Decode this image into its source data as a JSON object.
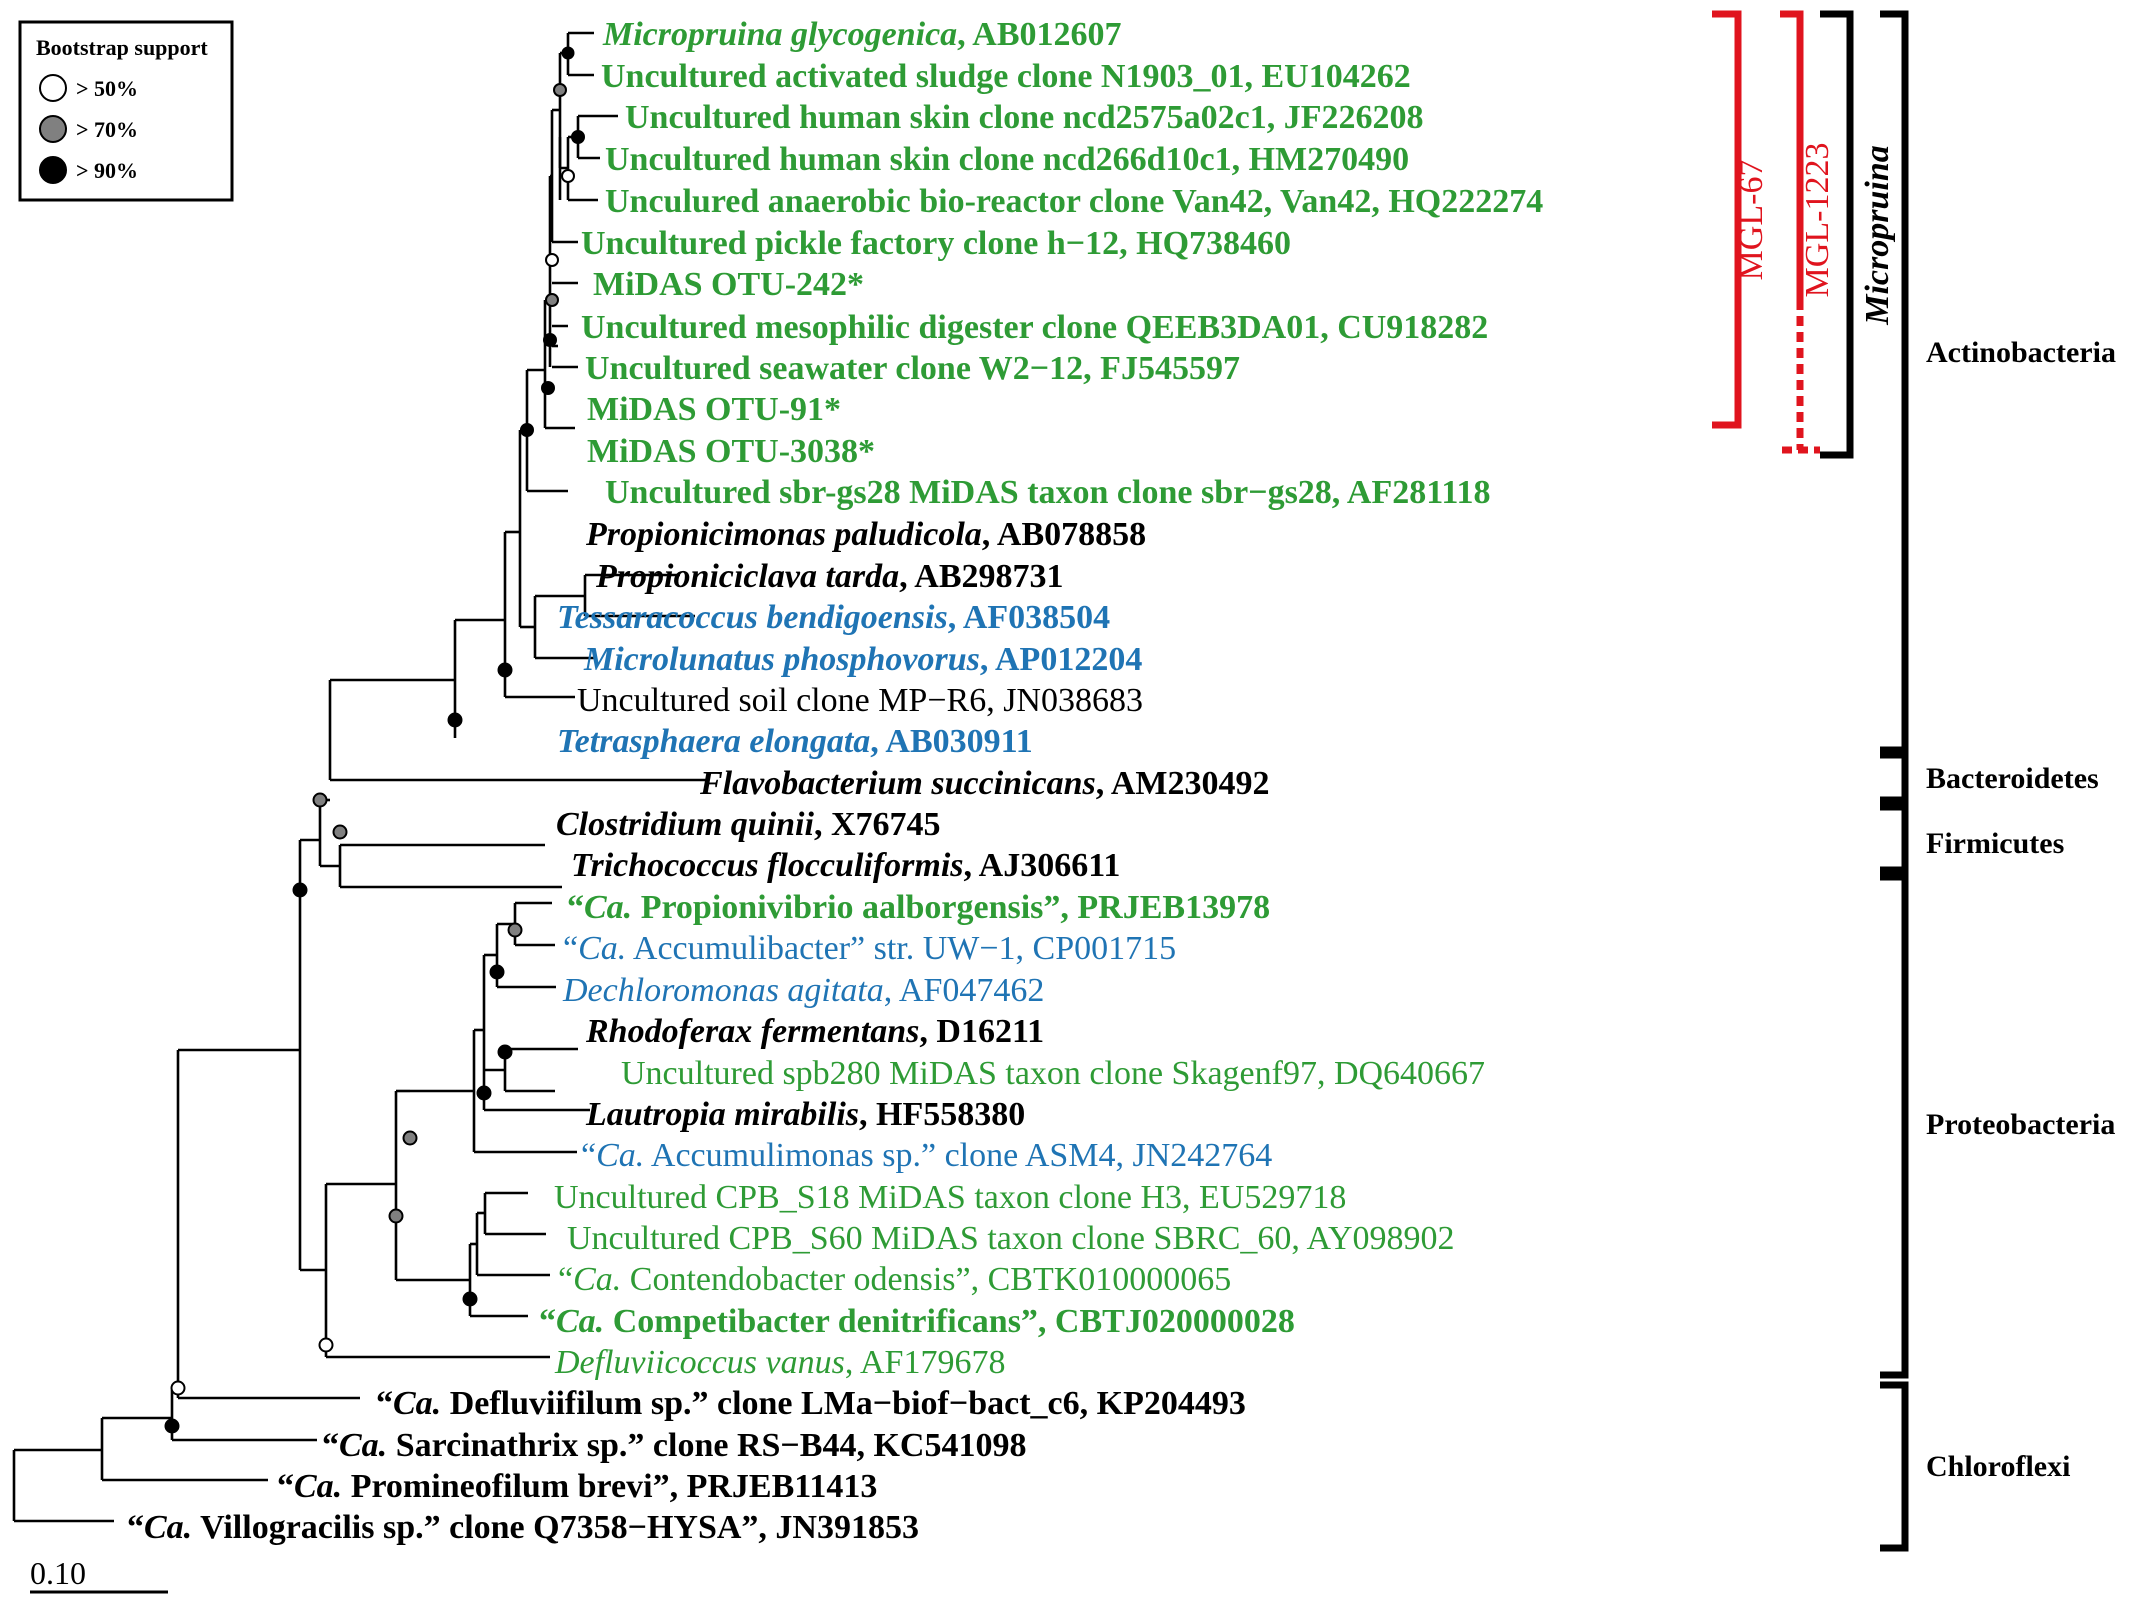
{
  "colors": {
    "green": "#2e9b35",
    "blue": "#1f74b4",
    "black": "#000000",
    "red": "#e0141e",
    "gray_node": "#808080"
  },
  "legend": {
    "title": "Bootstrap support",
    "items": [
      {
        "symbol": "white-circle",
        "label": "> 50%"
      },
      {
        "symbol": "gray-circle",
        "label": "> 70%"
      },
      {
        "symbol": "black-circle",
        "label": "> 90%"
      }
    ]
  },
  "leaves": [
    {
      "color": "green",
      "bold": true,
      "parts": [
        {
          "t": "Micropruina glycogenica",
          "i": true
        },
        {
          "t": ", AB012607"
        }
      ]
    },
    {
      "color": "green",
      "bold": true,
      "parts": [
        {
          "t": "Uncultured activated sludge clone N1903_01, EU104262"
        }
      ]
    },
    {
      "color": "green",
      "bold": true,
      "parts": [
        {
          "t": "Uncultured human skin clone ncd2575a02c1, JF226208"
        }
      ]
    },
    {
      "color": "green",
      "bold": true,
      "parts": [
        {
          "t": "Uncultured human skin clone ncd266d10c1, HM270490"
        }
      ]
    },
    {
      "color": "green",
      "bold": true,
      "parts": [
        {
          "t": "Unculured anaerobic bio-reactor clone Van42, Van42, HQ222274"
        }
      ]
    },
    {
      "color": "green",
      "bold": true,
      "parts": [
        {
          "t": "Uncultured pickle factory clone h−12, HQ738460"
        }
      ]
    },
    {
      "color": "green",
      "bold": true,
      "parts": [
        {
          "t": "MiDAS OTU-242*"
        }
      ]
    },
    {
      "color": "green",
      "bold": true,
      "parts": [
        {
          "t": "Uncultured mesophilic digester clone QEEB3DA01, CU918282"
        }
      ]
    },
    {
      "color": "green",
      "bold": true,
      "parts": [
        {
          "t": "Uncultured seawater clone W2−12, FJ545597"
        }
      ]
    },
    {
      "color": "green",
      "bold": true,
      "parts": [
        {
          "t": "MiDAS OTU-91*"
        }
      ]
    },
    {
      "color": "green",
      "bold": true,
      "parts": [
        {
          "t": "MiDAS OTU-3038*"
        }
      ]
    },
    {
      "color": "green",
      "bold": true,
      "parts": [
        {
          "t": "Uncultured sbr-gs28 MiDAS taxon clone sbr−gs28, AF281118"
        }
      ]
    },
    {
      "color": "black",
      "bold": true,
      "parts": [
        {
          "t": "Propionicimonas paludicola",
          "i": true
        },
        {
          "t": ", AB078858"
        }
      ]
    },
    {
      "color": "black",
      "bold": true,
      "parts": [
        {
          "t": "Propioniciclava tarda",
          "i": true
        },
        {
          "t": ", AB298731"
        }
      ]
    },
    {
      "color": "blue",
      "bold": true,
      "parts": [
        {
          "t": "Tessaracoccus bendigoensis",
          "i": true
        },
        {
          "t": ", AF038504"
        }
      ]
    },
    {
      "color": "blue",
      "bold": true,
      "parts": [
        {
          "t": "Microlunatus phosphovorus",
          "i": true
        },
        {
          "t": ", AP012204"
        }
      ]
    },
    {
      "color": "black",
      "bold": false,
      "parts": [
        {
          "t": "Uncultured soil clone MP−R6, JN038683"
        }
      ]
    },
    {
      "color": "blue",
      "bold": true,
      "parts": [
        {
          "t": "Tetrasphaera elongata",
          "i": true
        },
        {
          "t": ", AB030911"
        }
      ]
    },
    {
      "color": "black",
      "bold": true,
      "parts": [
        {
          "t": "Flavobacterium succinicans",
          "i": true
        },
        {
          "t": ", AM230492"
        }
      ]
    },
    {
      "color": "black",
      "bold": true,
      "parts": [
        {
          "t": "Clostridium quinii",
          "i": true
        },
        {
          "t": ", X76745"
        }
      ]
    },
    {
      "color": "black",
      "bold": true,
      "parts": [
        {
          "t": "Trichococcus flocculiformis",
          "i": true
        },
        {
          "t": ", AJ306611"
        }
      ]
    },
    {
      "color": "green",
      "bold": true,
      "parts": [
        {
          "t": "“"
        },
        {
          "t": "Ca.",
          "i": true
        },
        {
          "t": " Propionivibrio aalborgensis”, PRJEB13978"
        }
      ]
    },
    {
      "color": "blue",
      "bold": false,
      "parts": [
        {
          "t": "“"
        },
        {
          "t": "Ca.",
          "i": true
        },
        {
          "t": " Accumulibacter” str. UW−1, CP001715"
        }
      ]
    },
    {
      "color": "blue",
      "bold": false,
      "parts": [
        {
          "t": "Dechloromonas agitata",
          "i": true
        },
        {
          "t": ", AF047462"
        }
      ]
    },
    {
      "color": "black",
      "bold": true,
      "parts": [
        {
          "t": "Rhodoferax fermentans",
          "i": true
        },
        {
          "t": ", D16211"
        }
      ]
    },
    {
      "color": "green",
      "bold": false,
      "parts": [
        {
          "t": "Uncultured spb280 MiDAS taxon clone Skagenf97, DQ640667"
        }
      ]
    },
    {
      "color": "black",
      "bold": true,
      "parts": [
        {
          "t": "Lautropia mirabilis",
          "i": true
        },
        {
          "t": ", HF558380"
        }
      ]
    },
    {
      "color": "blue",
      "bold": false,
      "parts": [
        {
          "t": "“"
        },
        {
          "t": "Ca.",
          "i": true
        },
        {
          "t": " Accumulimonas sp.” clone ASM4, JN242764"
        }
      ]
    },
    {
      "color": "green",
      "bold": false,
      "parts": [
        {
          "t": "Uncultured CPB_S18 MiDAS taxon clone H3, EU529718"
        }
      ]
    },
    {
      "color": "green",
      "bold": false,
      "parts": [
        {
          "t": "Uncultured CPB_S60 MiDAS taxon clone SBRC_60, AY098902"
        }
      ]
    },
    {
      "color": "green",
      "bold": false,
      "parts": [
        {
          "t": "“"
        },
        {
          "t": "Ca.",
          "i": true
        },
        {
          "t": " Contendobacter odensis”, CBTK010000065"
        }
      ]
    },
    {
      "color": "green",
      "bold": true,
      "parts": [
        {
          "t": "“"
        },
        {
          "t": "Ca.",
          "i": true
        },
        {
          "t": " Competibacter denitrificans”, CBTJ020000028"
        }
      ]
    },
    {
      "color": "green",
      "bold": false,
      "parts": [
        {
          "t": "Defluviicoccus vanus",
          "i": true
        },
        {
          "t": ", AF179678"
        }
      ]
    },
    {
      "color": "black",
      "bold": true,
      "parts": [
        {
          "t": "“"
        },
        {
          "t": "Ca.",
          "i": true
        },
        {
          "t": " Defluviifilum sp.” clone LMa−biof−bact_c6, KP204493"
        }
      ]
    },
    {
      "color": "black",
      "bold": true,
      "parts": [
        {
          "t": "“"
        },
        {
          "t": "Ca.",
          "i": true
        },
        {
          "t": " Sarcinathrix sp.” clone RS−B44, KC541098"
        }
      ]
    },
    {
      "color": "black",
      "bold": true,
      "parts": [
        {
          "t": "“"
        },
        {
          "t": "Ca.",
          "i": true
        },
        {
          "t": " Promineofilum brevi”, PRJEB11413"
        }
      ]
    },
    {
      "color": "black",
      "bold": true,
      "parts": [
        {
          "t": "“"
        },
        {
          "t": "Ca.",
          "i": true
        },
        {
          "t": " Villogracilis sp.” clone Q7358−HYSA”, JN391853"
        }
      ]
    }
  ],
  "clade_labels": {
    "mgl67": "MGL-67",
    "mgl1223": "MGL-1223",
    "micropruina": "Micropruina"
  },
  "phyla": [
    "Actinobacteria",
    "Bacteroidetes",
    "Firmicutes",
    "Proteobacteria",
    "Chloroflexi"
  ],
  "scale_bar": {
    "label": "0.10"
  }
}
